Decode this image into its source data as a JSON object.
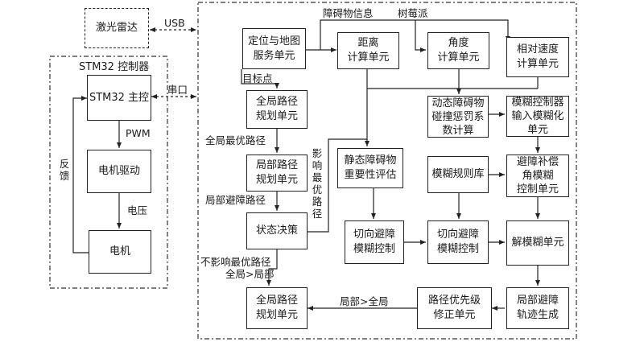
{
  "diagram": {
    "lidar": {
      "label": "激光雷达"
    },
    "stm32_group": {
      "title": "STM32 控制器"
    },
    "stm32_main": {
      "label": "STM32 主控"
    },
    "motor_driver": {
      "label": "电机驱动"
    },
    "motor": {
      "label": "电机"
    },
    "edge_labels": {
      "usb": "USB",
      "serial": "串口",
      "pwm": "PWM",
      "voltage": "电压",
      "feedback": "反馈",
      "obstacle_info": "障碍物信息",
      "raspberry_pi": "树莓派",
      "target_point": "目标点",
      "global_best_path": "全局最优路径",
      "local_avoid_path": "局部避障路径",
      "affects_best_path": "影响最优路径",
      "no_affect_best_path": "不影响最优路径",
      "global_to_local": "全局>局部",
      "local_to_global": "局部>全局"
    },
    "nodes": {
      "localization": "定位与地图\n服务单元",
      "distance": "距离\n计算单元",
      "angle": "角度\n计算单元",
      "relative_speed": "相对速度\n计算单元",
      "global_plan_top": "全局路径\n规划单元",
      "local_plan": "局部路径\n规划单元",
      "decision": "状态决策",
      "global_plan_bottom": "全局路径\n规划单元",
      "static_eval": "静态障碍物\n重要性评估",
      "dynamic_penalty": "动态障碍物\n碰撞惩罚系\n数计算",
      "fuzzy_input": "模糊控制器\n输入模糊化\n单元",
      "fuzzy_rules": "模糊规则库",
      "compensation": "避障补偿\n角模糊\n控制单元",
      "tangent_fuzzy_1": "切向避障\n模糊控制",
      "tangent_fuzzy_2": "切向避障\n模糊控制",
      "defuzzify": "解模糊单元",
      "local_trajectory": "局部避障\n轨迹生成",
      "priority_fix": "路径优先级\n修正单元"
    }
  }
}
